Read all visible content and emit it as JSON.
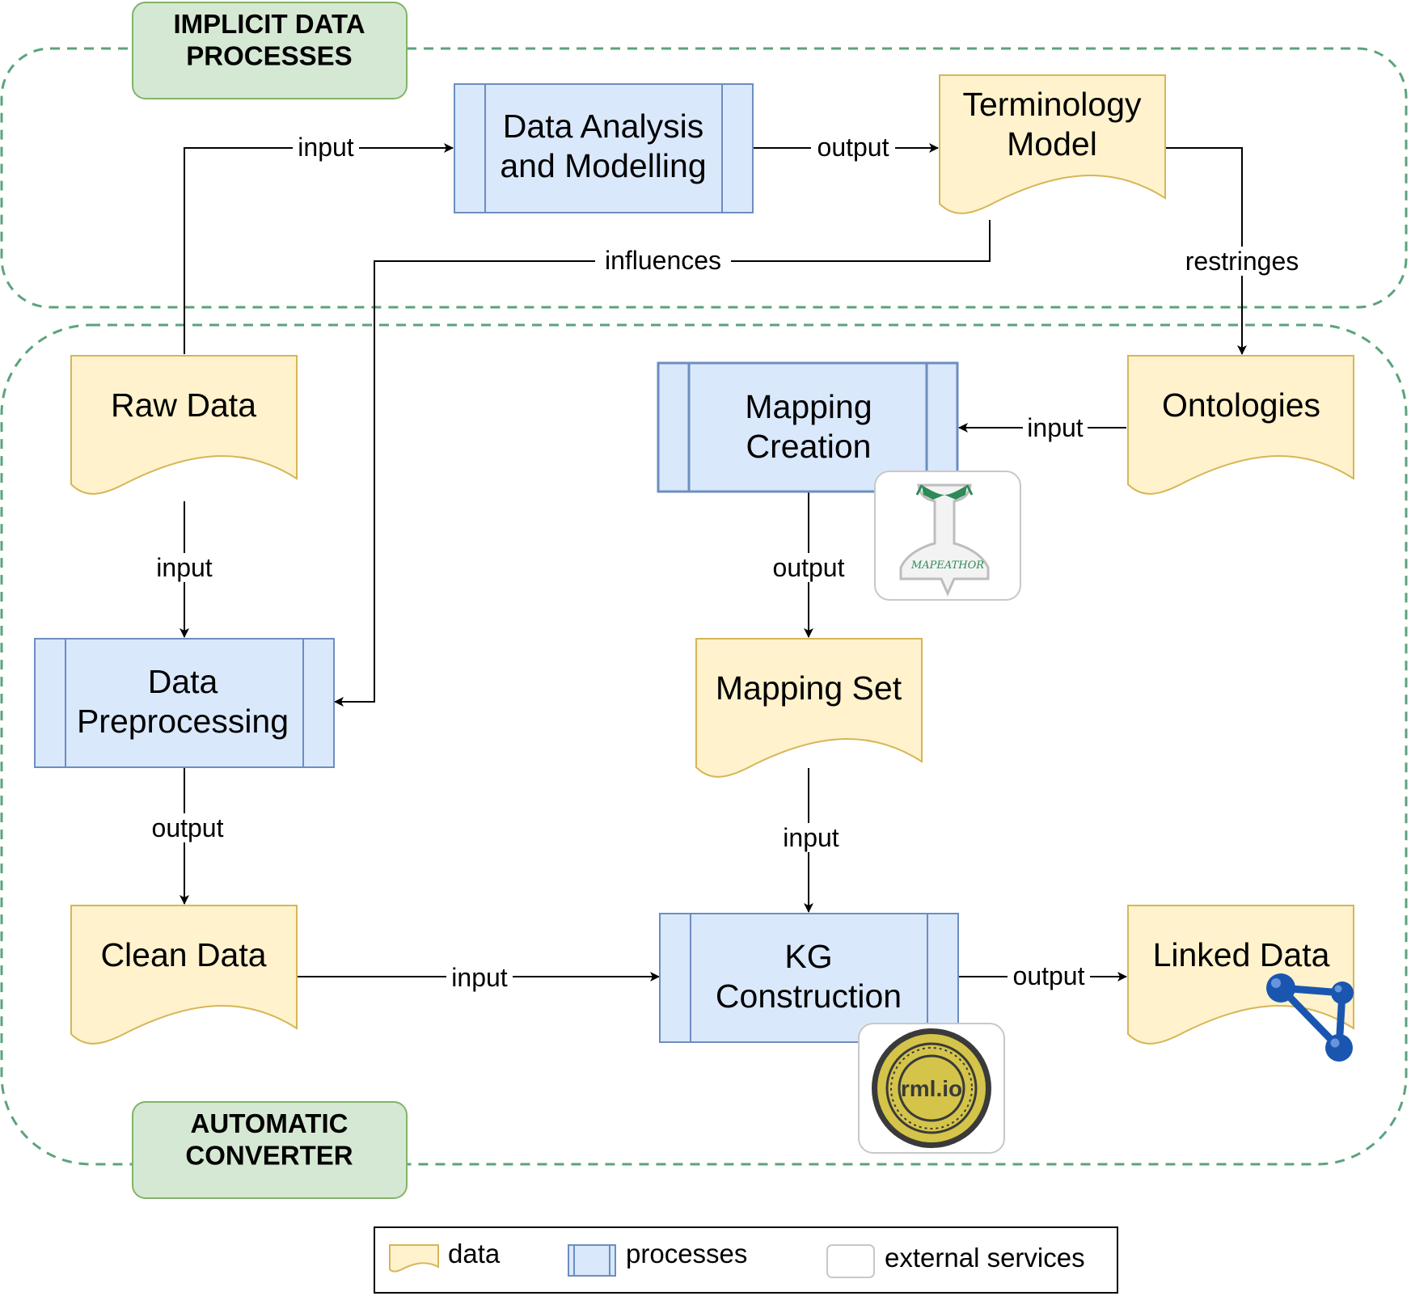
{
  "groups": {
    "implicit": "IMPLICIT DATA\nPROCESSES",
    "automatic": "AUTOMATIC\nCONVERTER"
  },
  "nodes": {
    "data_analysis": "Data Analysis\nand Modelling",
    "terminology_model": "Terminology\nModel",
    "raw_data": "Raw Data",
    "mapping_creation": "Mapping\nCreation",
    "ontologies": "Ontologies",
    "data_preprocessing": "Data\nPreprocessing",
    "mapping_set": "Mapping Set",
    "clean_data": "Clean Data",
    "kg_construction": "KG\nConstruction",
    "linked_data": "Linked Data"
  },
  "edges": {
    "raw_to_analysis": "input",
    "analysis_to_terminology": "output",
    "terminology_influences": "influences",
    "terminology_restringes": "restringes",
    "ontologies_to_mapping": "input",
    "raw_to_preprocessing": "input",
    "mapping_to_set": "output",
    "preprocessing_to_clean": "output",
    "set_to_kg": "input",
    "clean_to_kg": "input",
    "kg_to_linked": "output"
  },
  "external_services": {
    "mapeathor": {
      "logo_text": "MAPEATHOR",
      "icon": "mapeathor-hammer-logo"
    },
    "rmlio": {
      "logo_text": "rml.io",
      "icon": "rml-io-coin-logo"
    },
    "linked_data_icon": "network-graph-icon"
  },
  "legend": {
    "data": "data",
    "processes": "processes",
    "external_services": "external services"
  },
  "colors": {
    "data_fill": "#fff2cc",
    "data_stroke": "#d6b656",
    "process_fill": "#dae8fc",
    "process_stroke": "#6c8ebf",
    "group_dash": "#5ba37c",
    "group_label_fill": "#d5e8d4",
    "linked_icon": "#1a56b0",
    "rml_gold": "#d4c44a"
  }
}
